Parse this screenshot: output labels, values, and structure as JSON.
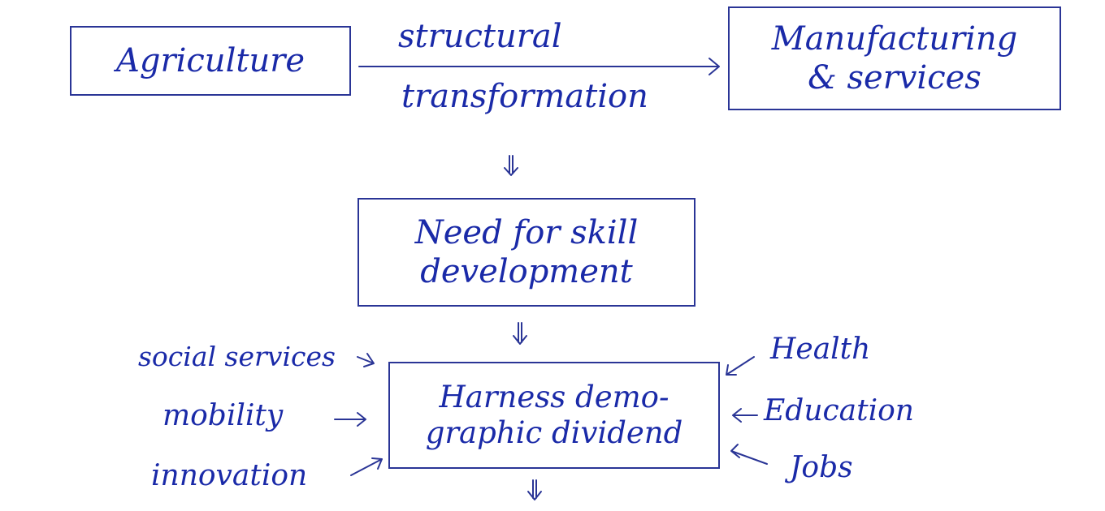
{
  "nodes": {
    "agriculture": "Agriculture",
    "manufacturing_line1": "Manufacturing",
    "manufacturing_line2": "& services",
    "skill_line1": "Need for skill",
    "skill_line2": "development",
    "dividend_line1": "Harness demo-",
    "dividend_line2": "graphic dividend"
  },
  "edge_labels": {
    "structural_line1": "structural",
    "structural_line2": "transformation"
  },
  "inputs_left": [
    "social services",
    "mobility",
    "innovation"
  ],
  "inputs_right": [
    "Health",
    "Education",
    "Jobs"
  ],
  "colors": {
    "ink": "#1a2aa8",
    "box": "#2a3596"
  }
}
